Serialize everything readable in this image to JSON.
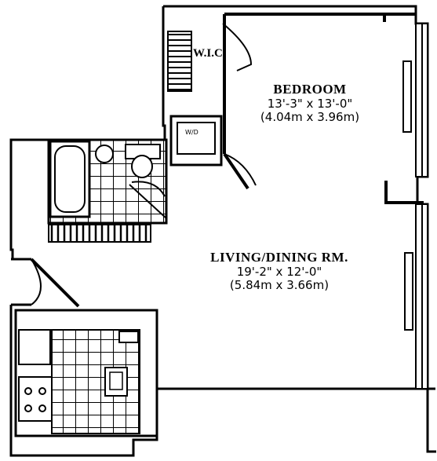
{
  "plan": {
    "wic": {
      "label": "W.I.C."
    },
    "bedroom": {
      "name": "BEDROOM",
      "dim_imperial": "13'-3\" x 13'-0\"",
      "dim_metric": "(4.04m x 3.96m)"
    },
    "living": {
      "name": "LIVING/DINING RM.",
      "dim_imperial": "19'-2\" x 12'-0\"",
      "dim_metric": "(5.84m x 3.66m)"
    },
    "washer_dryer": {
      "label": "W/D"
    }
  }
}
